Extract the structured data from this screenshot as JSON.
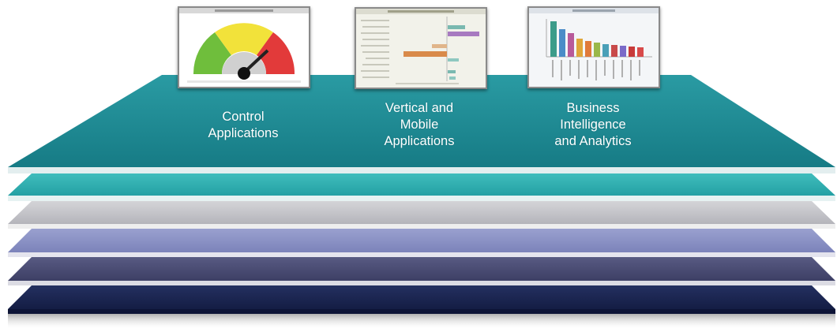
{
  "colors": {
    "top_platform": "#1f8a93",
    "layers": [
      "#31aeb0",
      "#c2c2c7",
      "#8a90c4",
      "#4a4c73",
      "#1c2650"
    ]
  },
  "applications": [
    {
      "id": "control",
      "lines": [
        "Control",
        "Applications"
      ],
      "thumbnail": "gauge-chart-thumbnail"
    },
    {
      "id": "vertical-mobile",
      "lines": [
        "Vertical and",
        "Mobile",
        "Applications"
      ],
      "thumbnail": "bar-chart-thumbnail"
    },
    {
      "id": "business-intelligence",
      "lines": [
        "Business",
        "Intelligence",
        "and Analytics"
      ],
      "thumbnail": "column-chart-thumbnail"
    }
  ]
}
